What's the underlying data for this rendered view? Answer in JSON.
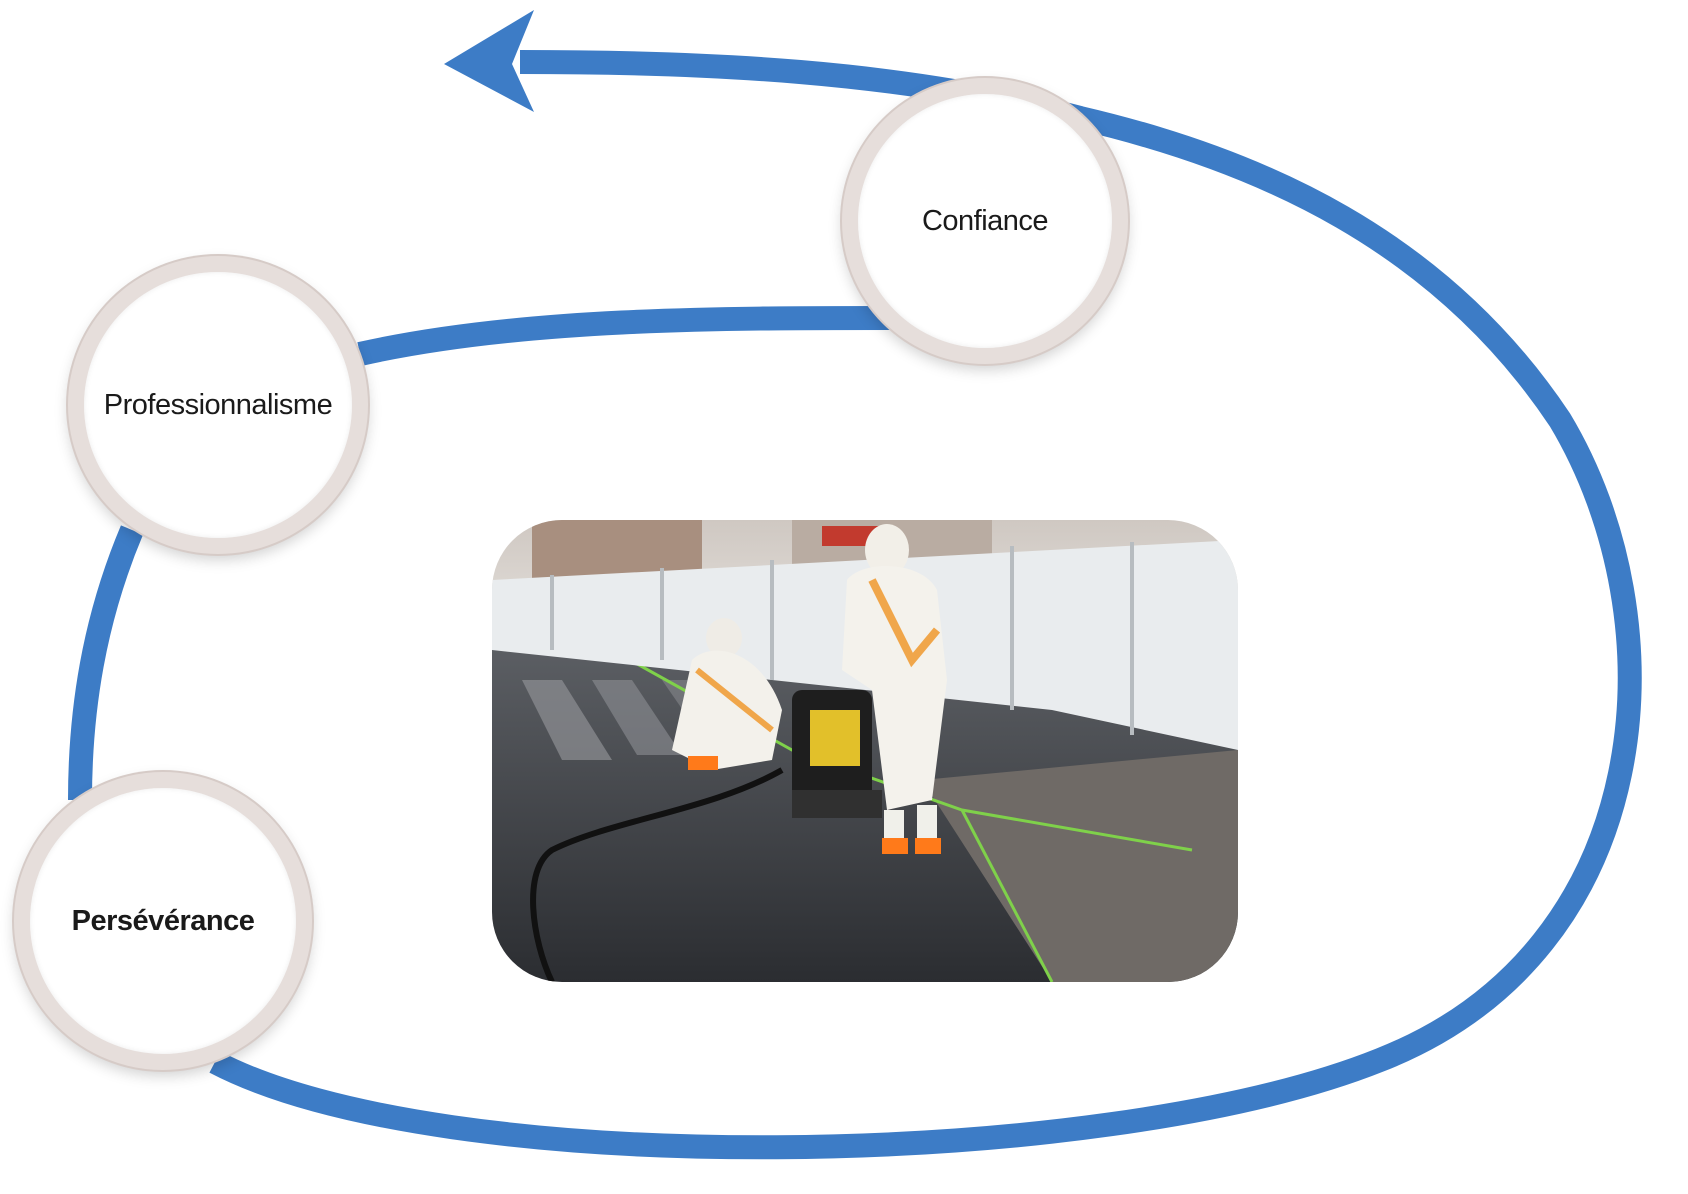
{
  "diagram": {
    "colors": {
      "arrow": "#3d7cc6",
      "ring": "#e6dedb"
    },
    "nodes": [
      {
        "id": "confiance",
        "label": "Confiance"
      },
      {
        "id": "professionnalisme",
        "label": "Professionnalisme"
      },
      {
        "id": "perseverance",
        "label": "Persévérance"
      }
    ],
    "photo": {
      "subject": "workers in protective suits operating a road cutting machine on a wet street"
    }
  }
}
